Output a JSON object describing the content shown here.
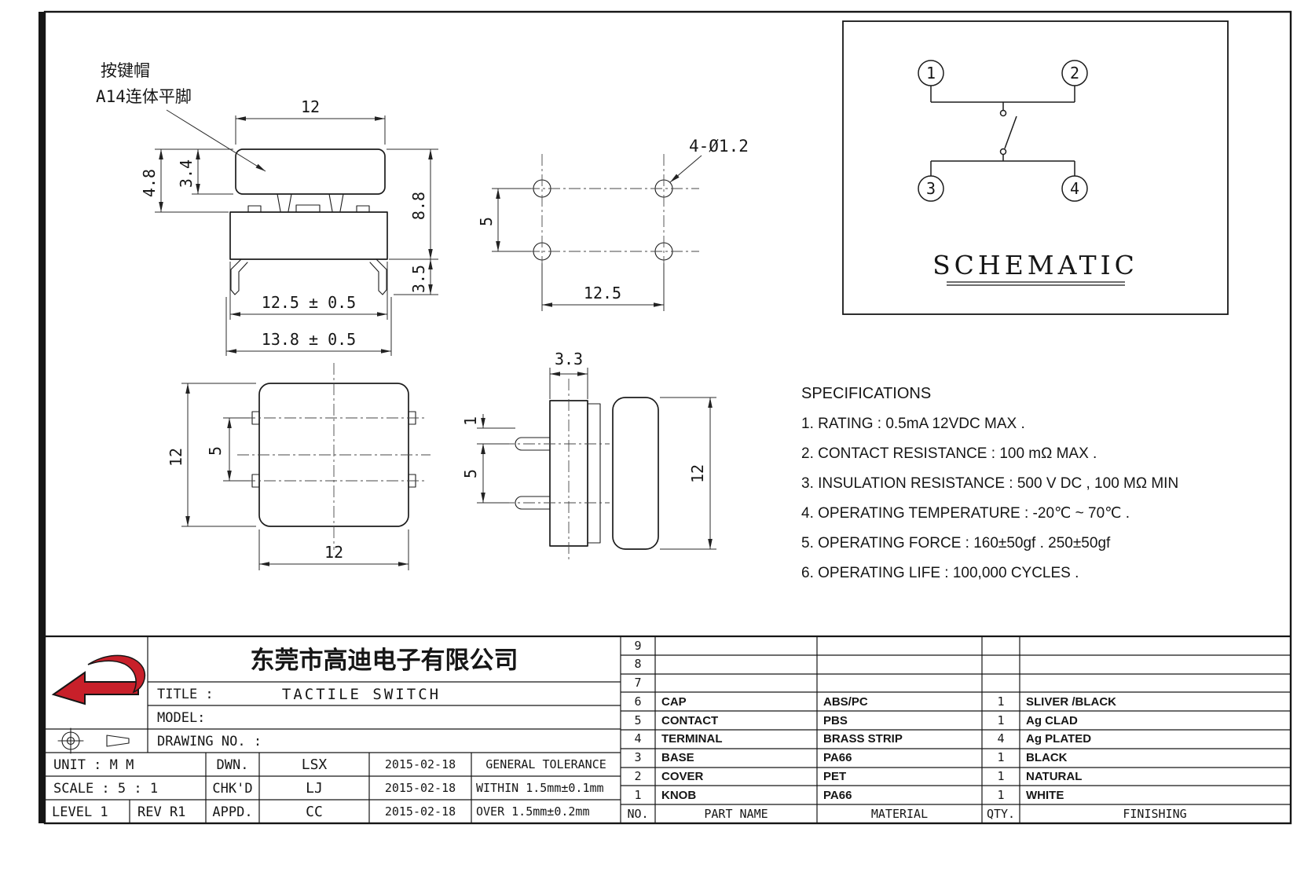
{
  "palette": {
    "line": "#1c1c1c",
    "red": "#c8202a",
    "paper": "#ffffff"
  },
  "notes": {
    "cap_line1": "按键帽",
    "cap_line2": "A14连体平脚",
    "holes": "4-Ø1.2"
  },
  "front": {
    "w_top": "12",
    "h_cap": "3.4",
    "h_cap_total": "4.8",
    "h_body": "8.8",
    "h_legs": "3.5",
    "w_base": "12.5 ± 0.5",
    "w_overall": "13.8 ± 0.5"
  },
  "holes": {
    "pitch_v": "5",
    "pitch_h": "12.5"
  },
  "top": {
    "w": "12",
    "h": "12",
    "pin_pitch": "5"
  },
  "side": {
    "w_top": "3.3",
    "pin_offset": "1",
    "pin_pitch": "5",
    "h": "12"
  },
  "schematic": {
    "title": "SCHEMATIC",
    "pins": [
      "1",
      "2",
      "3",
      "4"
    ]
  },
  "specs": {
    "title": "SPECIFICATIONS",
    "items": [
      "1. RATING : 0.5mA 12VDC MAX .",
      "2. CONTACT RESISTANCE : 100 mΩ MAX .",
      "3. INSULATION RESISTANCE : 500 V DC , 100 MΩ MIN",
      "4. OPERATING TEMPERATURE : -20℃ ~ 70℃ .",
      "5. OPERATING FORCE : 160±50gf . 250±50gf",
      "6. OPERATING LIFE : 100,000 CYCLES ."
    ]
  },
  "title_block": {
    "company": "东莞市高迪电子有限公司",
    "title_label": "TITLE :",
    "title_value": "TACTILE SWITCH",
    "model_label": "MODEL:",
    "drawing_no_label": "DRAWING NO. :",
    "unit": "UNIT : M M",
    "scale": "SCALE : 5 : 1",
    "level": "LEVEL 1",
    "rev": "REV R1",
    "dwn": "DWN.",
    "chkd": "CHK'D",
    "appd": "APPD.",
    "drafter": "LSX",
    "checker": "LJ",
    "approver": "CC",
    "date_dwn": "2015-02-18",
    "date_chk": "2015-02-18",
    "date_app": "2015-02-18",
    "general_tolerance": "GENERAL TOLERANCE",
    "within": "WITHIN 1.5mm±0.1mm",
    "over": "OVER 1.5mm±0.2mm"
  },
  "bom": {
    "headers": {
      "no": "NO.",
      "part": "PART NAME",
      "material": "MATERIAL",
      "qty": "QTY.",
      "finish": "FINISHING"
    },
    "rows": [
      {
        "no": "9",
        "part": "",
        "material": "",
        "qty": "",
        "finish": ""
      },
      {
        "no": "8",
        "part": "",
        "material": "",
        "qty": "",
        "finish": ""
      },
      {
        "no": "7",
        "part": "",
        "material": "",
        "qty": "",
        "finish": ""
      },
      {
        "no": "6",
        "part": "CAP",
        "material": "ABS/PC",
        "qty": "1",
        "finish": "SLIVER /BLACK"
      },
      {
        "no": "5",
        "part": "CONTACT",
        "material": "PBS",
        "qty": "1",
        "finish": "Ag CLAD"
      },
      {
        "no": "4",
        "part": "TERMINAL",
        "material": "BRASS STRIP",
        "qty": "4",
        "finish": "Ag PLATED"
      },
      {
        "no": "3",
        "part": "BASE",
        "material": "PA66",
        "qty": "1",
        "finish": "BLACK"
      },
      {
        "no": "2",
        "part": "COVER",
        "material": "PET",
        "qty": "1",
        "finish": "NATURAL"
      },
      {
        "no": "1",
        "part": "KNOB",
        "material": "PA66",
        "qty": "1",
        "finish": "WHITE"
      }
    ]
  }
}
